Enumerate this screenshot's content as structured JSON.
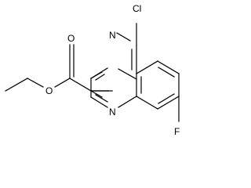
{
  "structure": {
    "colors": {
      "bond": "#000000",
      "label": "#000000",
      "background": "#ffffff"
    },
    "atoms": {
      "carbonyl_oxygen": "O",
      "ester_oxygen": "O",
      "ring_nitrogen_top": "N",
      "ring_nitrogen_bottom": "N",
      "chlorine": "Cl",
      "fluorine": "F"
    }
  }
}
